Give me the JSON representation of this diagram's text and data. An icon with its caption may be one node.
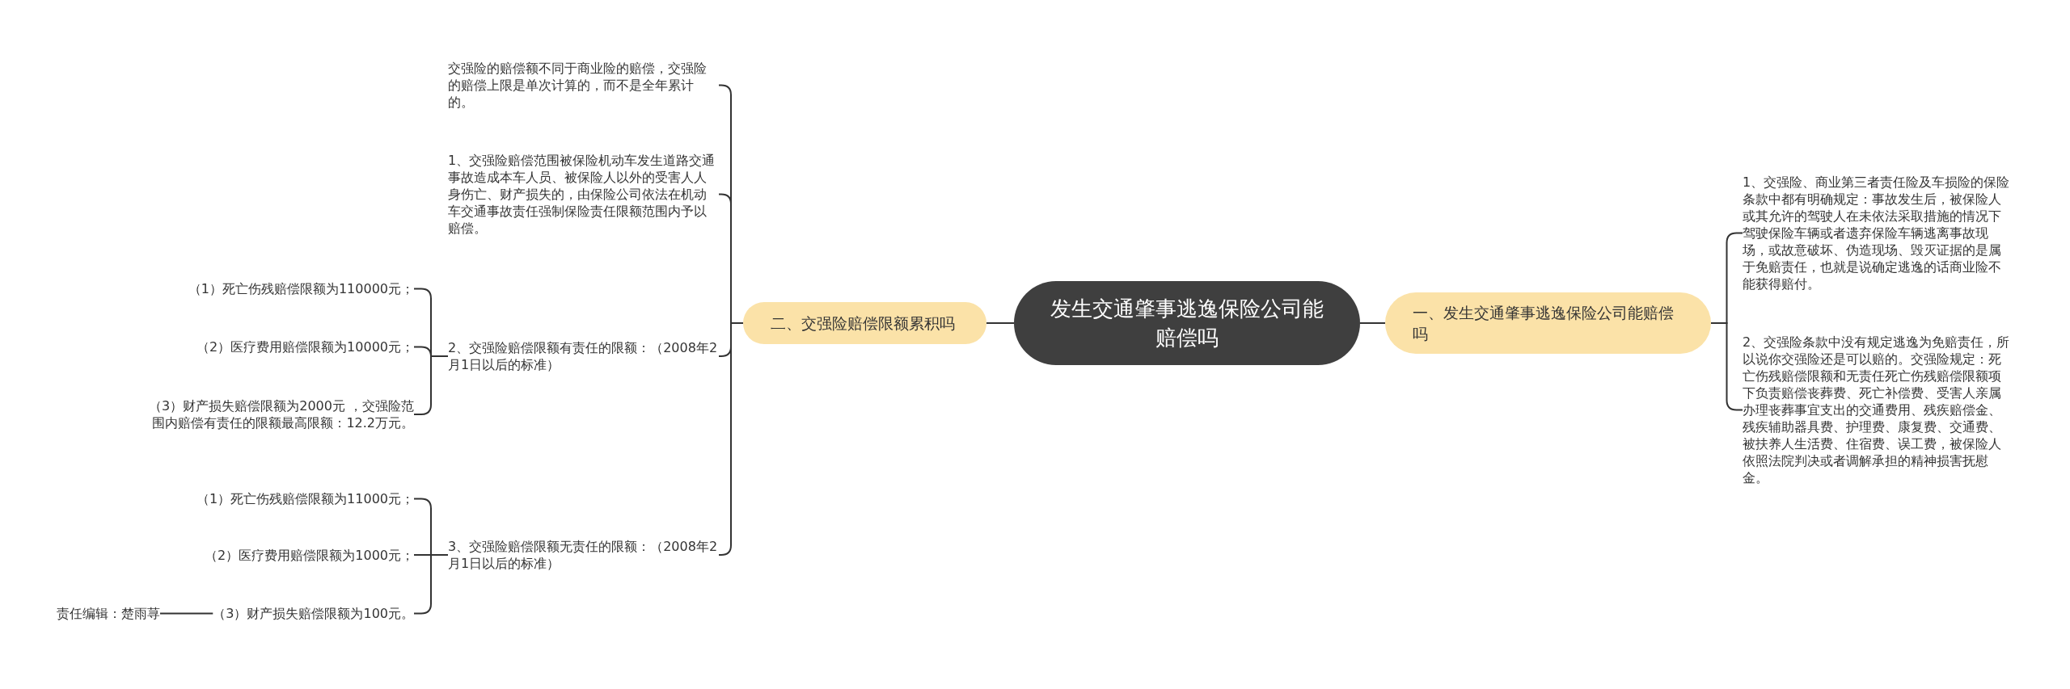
{
  "diagram": {
    "nodes": [
      {
        "text": [
          "发生交通肇事逃逸保险公司能赔偿吗"
        ]
      },
      {
        "text": [
          "一、发生交通肇事逃逸保险公司能赔偿吗"
        ]
      },
      {
        "text": [
          "1、交强险、商业第三者责任险及车损险的保险条款中都有明确规定：事故发生后，被保险人或其允许的驾驶人在未依法采取措施的情况下驾驶保险车辆或者遗弃保险车辆逃离事故现场，或故意破坏、伪造现场、毁灭证据的是属于免赔责任，也就是说确定逃逸的话商业险不能获得赔付。"
        ]
      },
      {
        "text": [
          "2、交强险条款中没有规定逃逸为免赔责任，所以说你交强险还是可以赔的。交强险规定：死亡伤残赔偿限额和无责任死亡伤残赔偿限额项下负责赔偿丧葬费、死亡补偿费、受害人亲属办理丧葬事宜支出的交通费用、残疾赔偿金、残疾辅助器具费、护理费、康复费、交通费、被扶养人生活费、住宿费、误工费，被保险人依照法院判决或者调解承担的精神损害抚慰金。"
        ]
      },
      {
        "text": [
          "二、交强险赔偿限额累积吗"
        ]
      },
      {
        "text": [
          "交强险的赔偿额不同于商业险的赔偿，交强险的赔偿上限是单次计算的，而不是全年累计的。"
        ]
      },
      {
        "text": [
          "1、交强险赔偿范围被保险机动车发生道路交通事故造成本车人员、被保险人以外的受害人人身伤亡、财产损失的，由保险公司依法在机动车交通事故责任强制保险责任限额范围内予以赔偿。"
        ]
      },
      {
        "text": [
          "2、交强险赔偿限额有责任的限额：（2008年2月1日以后的标准）"
        ]
      },
      {
        "text": [
          "（1）死亡伤残赔偿限额为110000元；"
        ]
      },
      {
        "text": [
          "（2）医疗费用赔偿限额为10000元；"
        ]
      },
      {
        "text": [
          "（3）财产损失赔偿限额为2000元 ，交强险范围内赔偿有责任的限额最高限额：12.2万元。"
        ]
      },
      {
        "text": [
          "3、交强险赔偿限额无责任的限额：（2008年2月1日以后的标准）"
        ]
      },
      {
        "text": [
          "（1）死亡伤残赔偿限额为11000元；"
        ]
      },
      {
        "text": [
          "（2）医疗费用赔偿限额为1000元；"
        ]
      },
      {
        "text": [
          "（3）财产损失赔偿限额为100元。"
        ]
      },
      {
        "text": [
          "责任编辑：楚雨荨"
        ]
      }
    ],
    "edges": [
      {
        "from": 0,
        "to": 1,
        "arrow": "none"
      },
      {
        "from": 1,
        "to": 2,
        "arrow": "none"
      },
      {
        "from": 1,
        "to": 3,
        "arrow": "none"
      },
      {
        "from": 0,
        "to": 4,
        "arrow": "none"
      },
      {
        "from": 4,
        "to": 5,
        "arrow": "none"
      },
      {
        "from": 4,
        "to": 6,
        "arrow": "none"
      },
      {
        "from": 4,
        "to": 7,
        "arrow": "none"
      },
      {
        "from": 4,
        "to": 11,
        "arrow": "none"
      },
      {
        "from": 7,
        "to": 8,
        "arrow": "none"
      },
      {
        "from": 7,
        "to": 9,
        "arrow": "none"
      },
      {
        "from": 7,
        "to": 10,
        "arrow": "none"
      },
      {
        "from": 11,
        "to": 12,
        "arrow": "none"
      },
      {
        "from": 11,
        "to": 13,
        "arrow": "none"
      },
      {
        "from": 11,
        "to": 14,
        "arrow": "none"
      },
      {
        "from": 14,
        "to": 15,
        "arrow": "none"
      }
    ]
  }
}
